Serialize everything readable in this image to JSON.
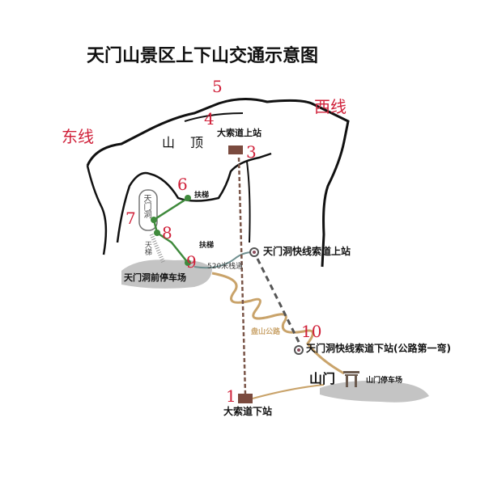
{
  "title": "天门山景区上下山交通示意图",
  "lines": {
    "east": "东线",
    "west": "西线"
  },
  "summit": {
    "shan": "山",
    "ding": "顶"
  },
  "numbers": [
    "1",
    "3",
    "4",
    "5",
    "6",
    "7",
    "8",
    "9",
    "10"
  ],
  "labels": {
    "big_cable_upper": "大索道上站",
    "big_cable_lower": "大索道下站",
    "tianmen_cave": "天门洞",
    "escalator_1": "扶梯",
    "escalator_2": "扶梯",
    "sky_stairs": "天梯",
    "cave_parking": "天门洞前停车场",
    "plank_road": "520米栈道",
    "express_upper": "天门洞快线索道上站",
    "mountain_road": "盘山公路",
    "express_lower": "天门洞快线索道下站(公路第一弯)",
    "gate": "山门",
    "gate_parking": "山门停车场"
  },
  "colors": {
    "number": "#d0213a",
    "escalator": "#3f8a3c",
    "road": "#c9a36a",
    "cable": "#7a5548",
    "parking": "#c4c4c4"
  }
}
